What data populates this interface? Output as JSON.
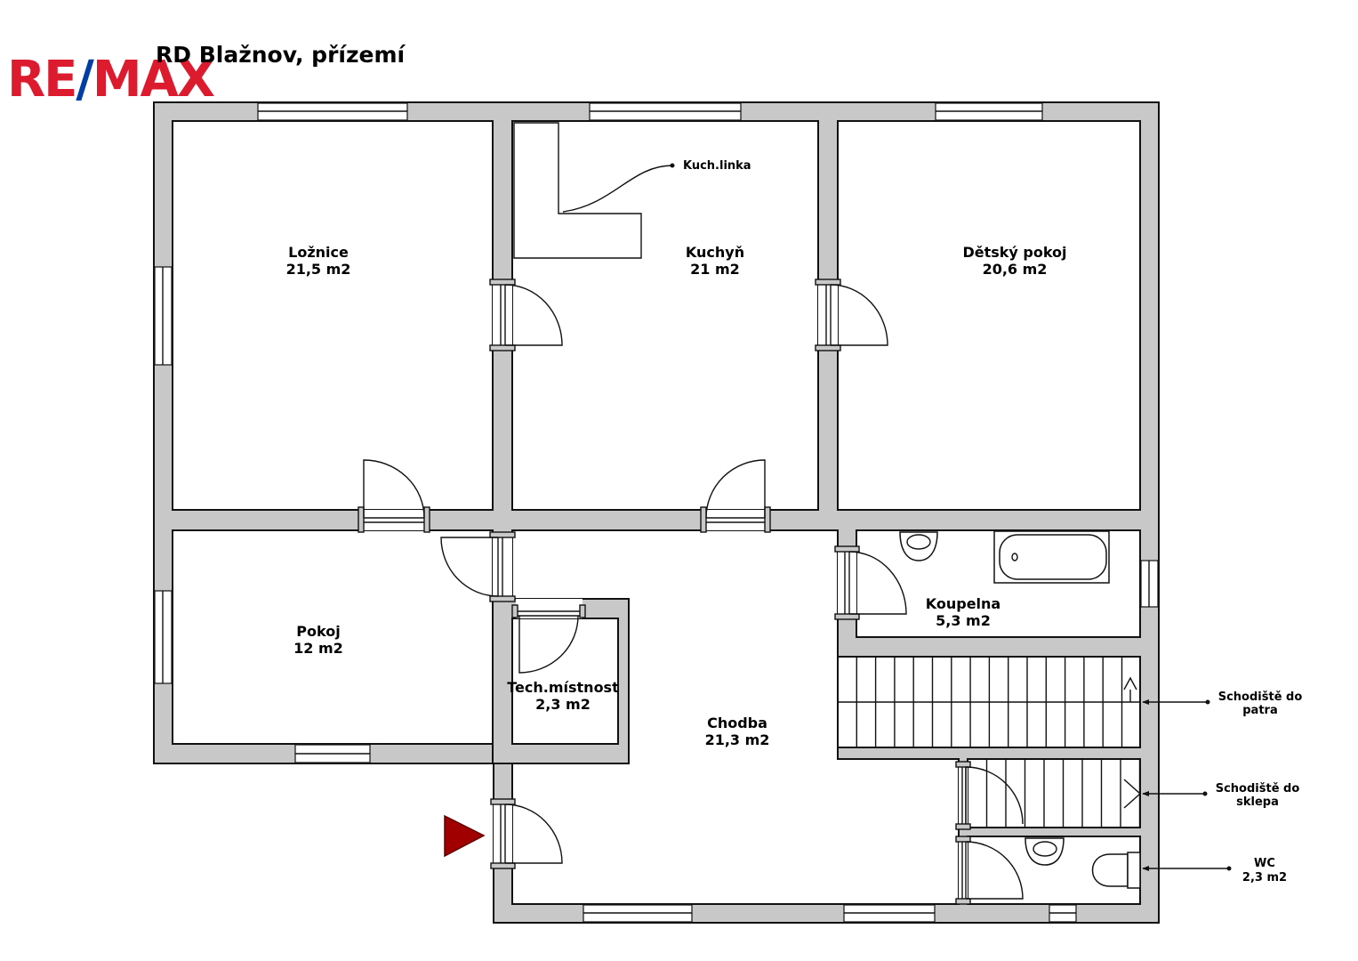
{
  "header": {
    "logo_left": "RE",
    "logo_slash": "/",
    "logo_right": "MAX",
    "title": "RD Blažnov, přízemí"
  },
  "colors": {
    "brand_red": "#dc1c2e",
    "brand_blue": "#003da5",
    "wall_fill": "#c8c8c8",
    "wall_line": "#111111",
    "entrance_arrow": "#a00000"
  },
  "rooms": [
    {
      "id": "loznice",
      "name": "Ložnice",
      "area": "21,5 m2"
    },
    {
      "id": "kuchyn",
      "name": "Kuchyň",
      "area": "21 m2"
    },
    {
      "id": "detsky",
      "name": "Dětský pokoj",
      "area": "20,6 m2"
    },
    {
      "id": "pokoj",
      "name": "Pokoj",
      "area": "12 m2"
    },
    {
      "id": "tech",
      "name": "Tech.místnost",
      "area": "2,3 m2"
    },
    {
      "id": "chodba",
      "name": "Chodba",
      "area": "21,3 m2"
    },
    {
      "id": "koupelna",
      "name": "Koupelna",
      "area": "5,3 m2"
    }
  ],
  "annotations": {
    "kitchen_line": "Kuch.linka",
    "stairs_up_1": "Schodiště do",
    "stairs_up_2": "patra",
    "stairs_down_1": "Schodiště do",
    "stairs_down_2": "sklepa",
    "wc_name": "WC",
    "wc_area": "2,3 m2"
  }
}
